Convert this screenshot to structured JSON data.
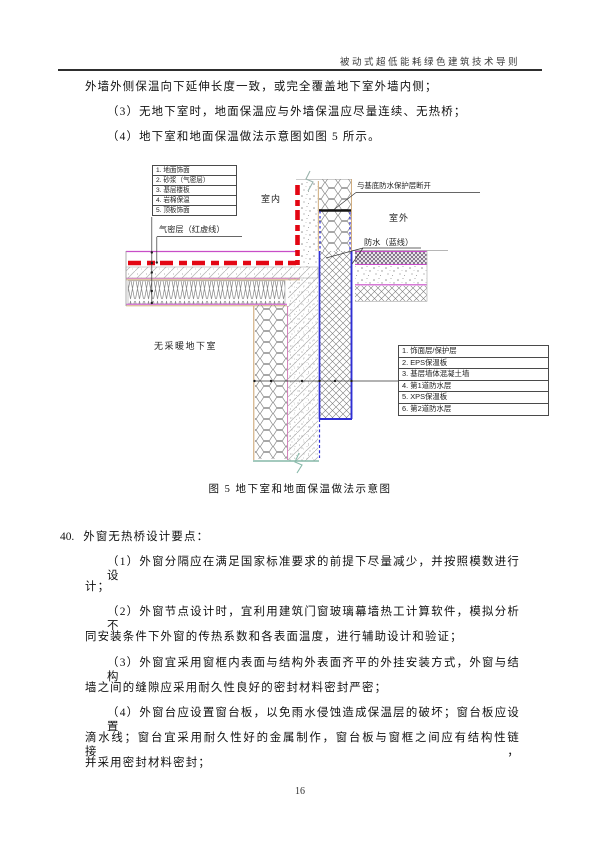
{
  "page": {
    "header": "被动式超低能耗绿色建筑技术导则",
    "page_number": "16"
  },
  "content": {
    "line_intro": "外墙外侧保温向下延伸长度一致，或完全覆盖地下室外墙内侧；",
    "line_item3": "（3）无地下室时，地面保温应与外墙保温应尽量连续、无热桥；",
    "line_item4": "（4）地下室和地面保温做法示意图如图 5 所示。",
    "section_number": "40.",
    "section_title": "外窗无热桥设计要点：",
    "item1_l1": "（1）外窗分隔应在满足国家标准要求的前提下尽量减少，并按照模数进行设",
    "item1_l2": "计；",
    "item2_l1": "（2）外窗节点设计时，宜利用建筑门窗玻璃幕墙热工计算软件，模拟分析不",
    "item2_l2": "同安装条件下外窗的传热系数和各表面温度，进行辅助设计和验证；",
    "item3_l1": "（3）外窗宜采用窗框内表面与结构外表面齐平的外挂安装方式，外窗与结构",
    "item3_l2": "墙之间的缝隙应采用耐久性良好的密封材料密封严密；",
    "item4_l1": "（4）外窗台应设置窗台板，以免雨水侵蚀造成保温层的破坏；窗台板应设置",
    "item4_l2": "滴水线；窗台宜采用耐久性好的金属制作，窗台板与窗框之间应有结构性链接，",
    "item4_l3": "并采用密封材料密封；"
  },
  "figure": {
    "caption": "图 5 地下室和地面保温做法示意图",
    "labels": {
      "indoor": "室内",
      "outdoor": "室外",
      "detach": "与基底防水保护层断开",
      "waterproof": "防水（蓝线）",
      "air_layer": "气密层（红虚线）",
      "basement": "无采暖地下室"
    },
    "left_legend": {
      "items": [
        "1. 地面饰面",
        "2. 砂浆（气密层）",
        "3. 基层楼板",
        "4. 岩棉保温",
        "5. 顶板饰面"
      ]
    },
    "right_legend": {
      "items": [
        "1. 饰面层/保护层",
        "2. EPS保温板",
        "3. 基层墙体混凝土墙",
        "4. 第1道防水层",
        "5. XPS保温板",
        "6. 第2道防水层"
      ]
    },
    "colors": {
      "airtight_red": "#e30613",
      "waterproof_blue": "#2f2fd4",
      "layer_magenta": "#c84ec8",
      "finish_tan": "#c9a06b",
      "break_teal": "#86b8a8"
    }
  }
}
